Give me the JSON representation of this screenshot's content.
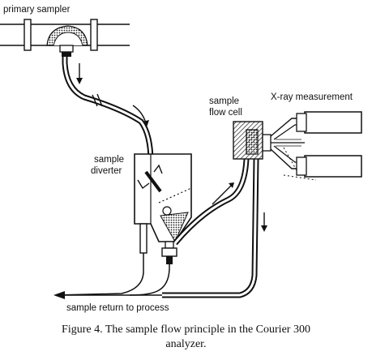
{
  "labels": {
    "primary_sampler": "primary sampler",
    "sample_diverter_line1": "sample",
    "sample_diverter_line2": "diverter",
    "sample_flow_cell_line1": "sample",
    "sample_flow_cell_line2": "flow cell",
    "xray_measurement": "X-ray measurement",
    "sample_return": "sample return to process"
  },
  "caption": {
    "line1": "Figure 4. The sample flow principle in the Courier 300",
    "line2": "analyzer."
  }
}
